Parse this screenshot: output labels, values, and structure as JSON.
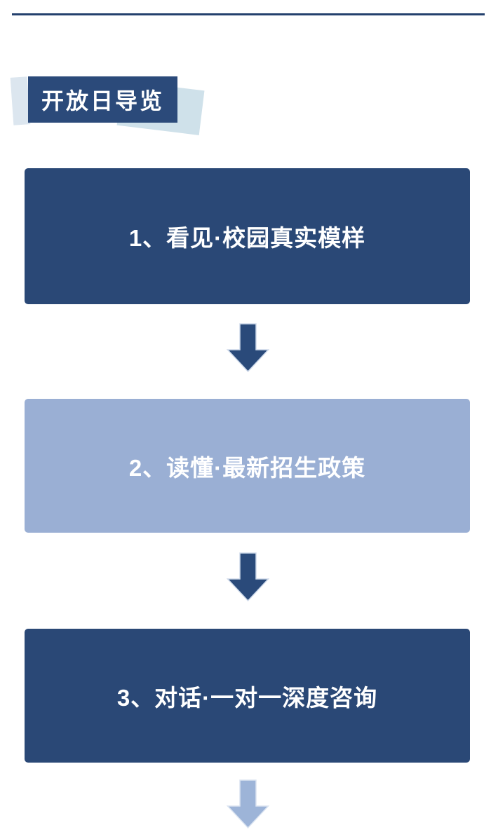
{
  "page": {
    "background": "#ffffff"
  },
  "header": {
    "divider_color": "#24406d"
  },
  "section_badge": {
    "label": "开放日导览",
    "bg": "#2b4a7a",
    "text_color": "#ffffff",
    "accent_left_color": "#dce6ef",
    "accent_right_color": "#cfe1ea"
  },
  "flow": {
    "text_color": "#ffffff",
    "steps": [
      {
        "order": "1",
        "label": "1、看见·校园真实模样",
        "bg": "#2a4876"
      },
      {
        "order": "2",
        "label": "2、读懂·最新招生政策",
        "bg": "#9aafd4"
      },
      {
        "order": "3",
        "label": "3、对话·一对一深度咨询",
        "bg": "#2a4876"
      }
    ],
    "arrows": [
      {
        "fill": "#2a4a7a",
        "stroke": "#cdd9ea"
      },
      {
        "fill": "#2a4a7a",
        "stroke": "#cdd9ea"
      },
      {
        "fill": "#9db4d8",
        "stroke": "#dbe4f1"
      }
    ]
  }
}
